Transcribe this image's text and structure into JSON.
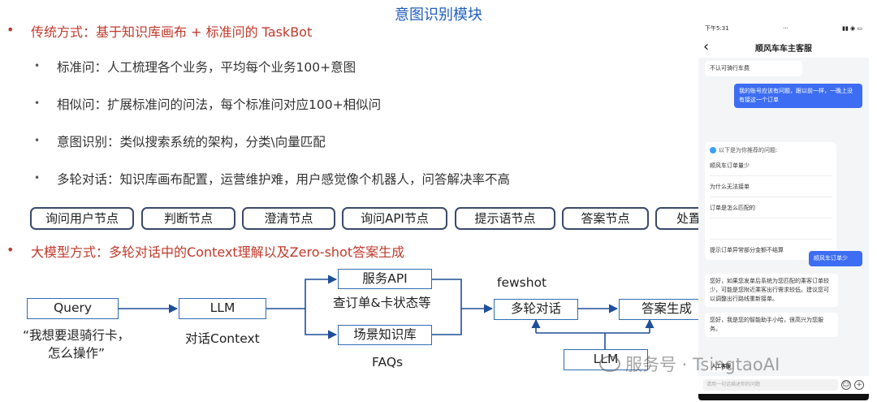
{
  "title": "意图识别模块",
  "traditional": {
    "heading": "传统方式：基于知识库画布 + 标准问的 TaskBot",
    "bullets": [
      "标准问：人工梳理各个业务，平均每个业务100+意图",
      "相似问：扩展标准问的问法，每个标准问对应100+相似问",
      "意图识别：类似搜索系统的架构，分类\\向量匹配",
      "多轮对话：知识库画布配置，运营维护难，用户感觉像个机器人，问答解决率不高"
    ],
    "nodes": [
      "询问用户节点",
      "判断节点",
      "澄清节点",
      "询问API节点",
      "提示语节点",
      "答案节点",
      "处置节点"
    ]
  },
  "llm": {
    "heading": "大模型方式：多轮对话中的Context理解以及Zero-shot答案生成",
    "flow": {
      "query": "Query",
      "query_example": "“我想要退骑行卡，\n怎么操作”",
      "llm1": "LLM",
      "context": "对话Context",
      "api": "服务API",
      "api_note": "查订单&卡状态等",
      "kb": "场景知识库",
      "faqs": "FAQs",
      "fewshot": "fewshot",
      "multi_turn": "多轮对话",
      "answer_gen": "答案生成",
      "llm2": "LLM"
    }
  },
  "phone": {
    "status_time": "下午5:31",
    "status_more": "···",
    "nav_title": "顺风车车主客服",
    "messages": [
      "不认可骑行车费",
      "我的账号应该有问题，跟以前一样，一晚上没有接这一个订单",
      "顺风车订单少",
      "您好，如果您发单后系统为您匹配的乘客订单较少，可能是您附近乘客出行需求较低。建议您可以调整出行路线重新接单。",
      "您好，我是您的智能助手小哈，很高兴为您服务。"
    ],
    "card": {
      "head": "以下是为你推荐的问题:",
      "items": [
        "顺风车订单量少",
        "为什么无法接单",
        "订单是怎么匹配的",
        "",
        "提示订单异常部分金额不结算"
      ]
    },
    "agent_button": "人工客服",
    "input_placeholder": "请用一句话描述你的问题",
    "emoji_icon": "☺",
    "plus_icon": "+"
  },
  "watermark": {
    "text": "服务号 · TsingtaoAI"
  },
  "colors": {
    "title_blue": "#1f5fbf",
    "accent_red": "#c0392b",
    "flow_blue": "#2f6db5",
    "node_border": "#3a4a6b"
  }
}
